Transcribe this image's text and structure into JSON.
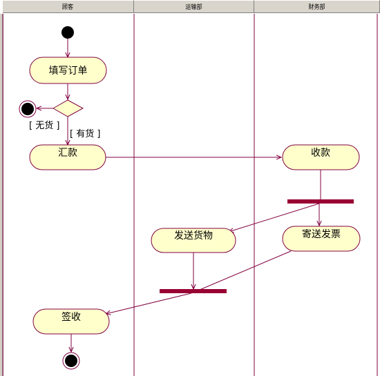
{
  "lanes": [
    "顾客",
    "运输部",
    "财务部"
  ],
  "activities": {
    "fill_order": "填写订单",
    "remit": "汇款",
    "receive_payment": "收款",
    "ship_goods": "发送货物",
    "send_invoice": "寄送发票",
    "sign_receipt": "签收"
  },
  "guards": {
    "out_of_stock": "[ 无货 ]",
    "in_stock": "[ 有货 ]"
  },
  "colors": {
    "activity_fill": "#ffffcc",
    "line": "#800040",
    "bar": "#990033",
    "header_bg": "#d9d5cc"
  }
}
